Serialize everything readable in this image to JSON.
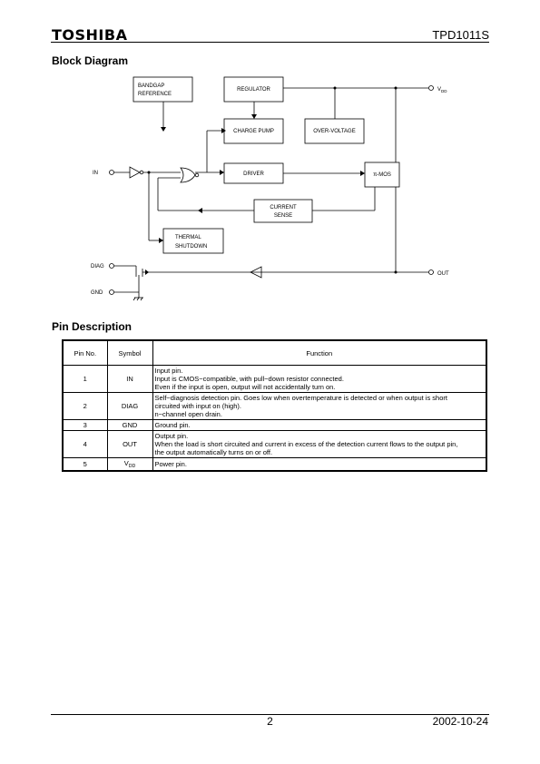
{
  "header": {
    "brand": "TOSHIBA",
    "part_number": "TPD1011S"
  },
  "block_diagram": {
    "title": "Block Diagram",
    "blocks": {
      "bandgap_line1": "BANDGAP",
      "bandgap_line2": "REFERENCE",
      "regulator": "REGULATOR",
      "charge_pump": "CHARGE PUMP",
      "over_voltage": "OVER-VOLTAGE",
      "driver": "DRIVER",
      "pi_mos": "π-MOS",
      "current_sense_line1": "CURRENT",
      "current_sense_line2": "SENSE",
      "thermal_line1": "THERMAL",
      "thermal_line2": "SHUTDOWN"
    },
    "pins": {
      "vdd_main": "V",
      "vdd_sub": "DD",
      "in": "IN",
      "diag": "DIAG",
      "gnd": "GND",
      "out": "OUT"
    }
  },
  "pin_description": {
    "title": "Pin Description",
    "headers": {
      "pin_no": "Pin No.",
      "symbol": "Symbol",
      "function": "Function"
    },
    "rows": [
      {
        "pin": "1",
        "symbol": "IN",
        "function": [
          "Input pin.",
          "Input is CMOS−compatible, with pull−down resistor connected.",
          "Even if the input is open, output will not accidentally turn on."
        ]
      },
      {
        "pin": "2",
        "symbol": "DIAG",
        "function": [
          "Self−diagnosis detection pin. Goes low when overtemperature is detected or when output is short",
          "circuited with input on (high).",
          "n−channel open drain."
        ]
      },
      {
        "pin": "3",
        "symbol": "GND",
        "function": [
          "Ground pin."
        ]
      },
      {
        "pin": "4",
        "symbol": "OUT",
        "function": [
          "Output pin.",
          "When the load is short circuited and current in excess of the detection current flows to the output pin,",
          "the output automatically turns on or off."
        ]
      },
      {
        "pin": "5",
        "symbol_main": "V",
        "symbol_sub": "DD",
        "function": [
          "Power pin."
        ]
      }
    ]
  },
  "footer": {
    "page": "2",
    "date": "2002-10-24"
  }
}
